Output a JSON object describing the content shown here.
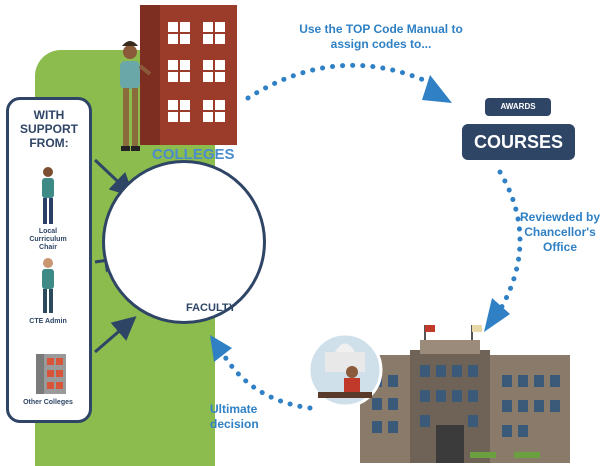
{
  "support": {
    "title": "WITH SUPPORT FROM:",
    "items": [
      {
        "label": "Local Curriculum Chair"
      },
      {
        "label": "CTE Admin"
      },
      {
        "label": "Other Colleges"
      }
    ]
  },
  "colleges_label": "COLLEGES",
  "faculty_label": "FACULTY",
  "top_code_text": "Use the TOP Code Manual to assign codes to...",
  "awards_label": "AWARDS",
  "courses_label": "COURSES",
  "review_text": "Reviewded by Chancellor's Office",
  "decision_text": "Ultimate decision",
  "colors": {
    "navy": "#2f4566",
    "blue": "#2f80c4",
    "green": "#8cbb4e",
    "brick": "#9b3b2a"
  }
}
